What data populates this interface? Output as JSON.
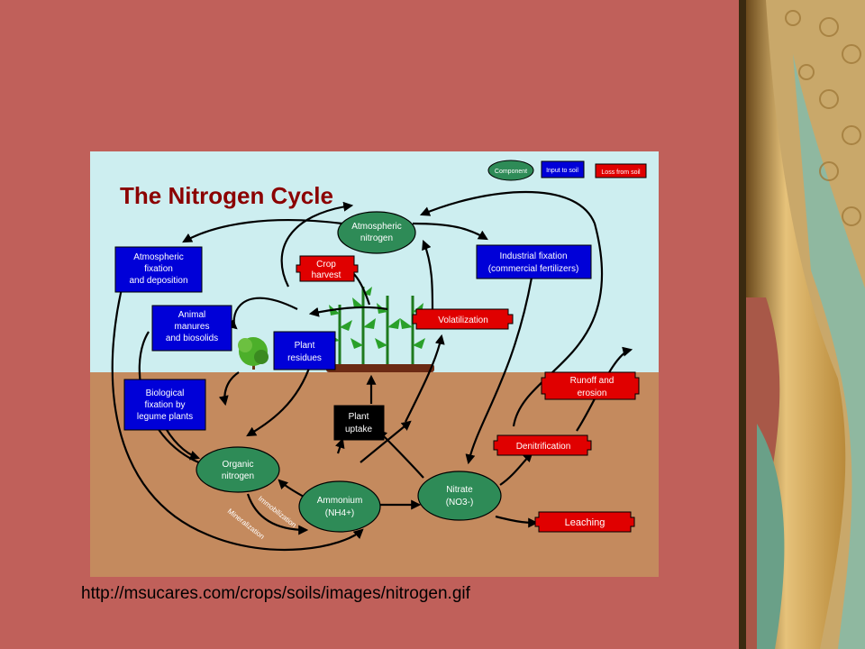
{
  "slide": {
    "url_caption": "http://msucares.com/crops/soils/images/nitrogen.gif"
  },
  "diagram": {
    "title": "The Nitrogen Cycle",
    "legend": {
      "component": "Component",
      "input": "Input to soil",
      "loss": "Loss from soil"
    },
    "components": {
      "atmospheric_nitrogen": [
        "Atmospheric",
        "nitrogen"
      ],
      "organic_nitrogen": [
        "Organic",
        "nitrogen"
      ],
      "ammonium": [
        "Ammonium",
        "(NH4+)"
      ],
      "nitrate": [
        "Nitrate",
        "(NO3-)"
      ]
    },
    "inputs": {
      "atmospheric_fixation": [
        "Atmospheric",
        "fixation",
        "and deposition"
      ],
      "animal_manures": [
        "Animal",
        "manures",
        "and biosolids"
      ],
      "biological_fixation": [
        "Biological",
        "fixation by",
        "legume plants"
      ],
      "plant_residues": [
        "Plant",
        "residues"
      ],
      "industrial_fixation": [
        "Industrial fixation",
        "(commercial fertilizers)"
      ]
    },
    "process": {
      "plant_uptake": [
        "Plant",
        "uptake"
      ],
      "immobilization": "Immobilization",
      "mineralization": "Mineralization"
    },
    "losses": {
      "crop_harvest": [
        "Crop",
        "harvest"
      ],
      "volatilization": "Volatilization",
      "runoff": [
        "Runoff and",
        "erosion"
      ],
      "denitrification": "Denitrification",
      "leaching": "Leaching"
    },
    "colors": {
      "sky": "#cdeef0",
      "soil": "#c48a5e",
      "component": "#2e8b57",
      "input": "#0000d8",
      "loss": "#e00000",
      "process": "#000000",
      "slide_bg": "#c0605a"
    }
  }
}
